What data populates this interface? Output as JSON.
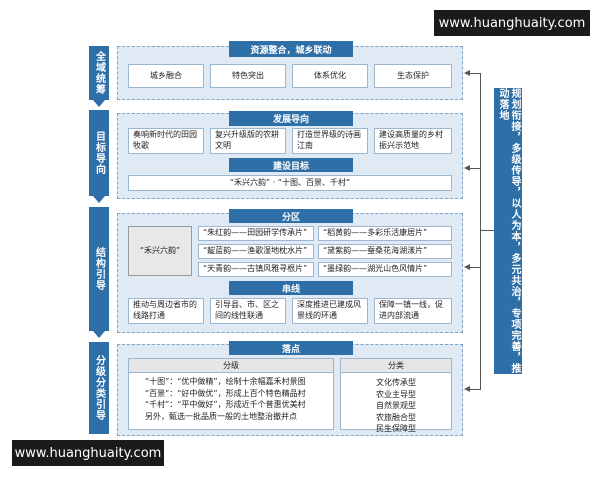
{
  "watermarks": {
    "top": "www.huanghuaity.com",
    "bottom": "www.huanghuaity.com"
  },
  "side_labels": [
    "全域统筹",
    "目标导向",
    "结构引导",
    "分级分类引导"
  ],
  "right_label": "规划衔接，多级传导，以人为本，多元共治，专项完善，推动落地",
  "section1": {
    "header": "资源整合，城乡联动",
    "items": [
      "城乡融合",
      "特色突出",
      "体系优化",
      "生态保护"
    ]
  },
  "section2": {
    "header": "发展导向",
    "items": [
      "奏响新时代的田园牧歌",
      "复兴升级版的农耕文明",
      "打造世界级的诗画江南",
      "建设高质量的乡村振兴示范地"
    ],
    "goal_header": "建设目标",
    "goal": "“禾兴六韵”  ·  “十图、百景、千村”"
  },
  "section3": {
    "header": "分区",
    "main": "“禾兴六韵”",
    "zones": [
      "“朱红韵——田园研学传承片”",
      "“稻黄韵——多彩乐活康居片”",
      "“靛蓝韵——渔歌湿地枕水片”",
      "“黛紫韵——蚕桑花海湖漾片”",
      "“天青韵——古镇风雅寻根片”",
      "“墨绿韵——湖光山色风情片”"
    ],
    "line_header": "串线",
    "lines": [
      "推动与周边省市的线路打通",
      "引导县、市、区之间的线性联通",
      "深度推进已建成风景线的环通",
      "保障一镇一线，促进内部流通"
    ]
  },
  "section4": {
    "header": "落点",
    "grade_header": "分级",
    "grade_lines": [
      "“十图”：“优中做精”，绘制十余幅嘉禾村景图",
      "“百景”：“好中做优”，形成上百个特色精品村",
      "“千村”：“平中做好”，形成近千个普惠优美村",
      "另外，甄选一批品质一般的土地整治撤并点"
    ],
    "type_header": "分类",
    "type_items": [
      "文化传承型",
      "农业主导型",
      "自然景观型",
      "农旅融合型",
      "民生保障型"
    ]
  }
}
